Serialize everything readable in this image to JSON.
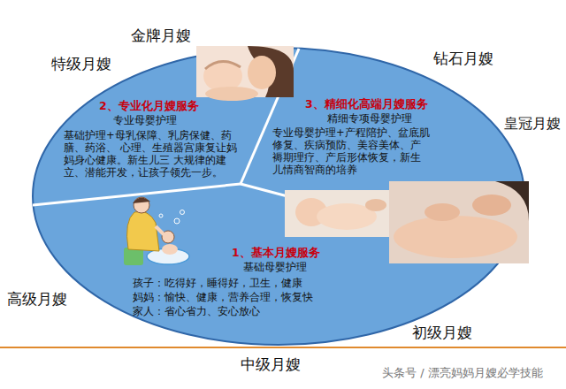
{
  "diagram": {
    "nodes": [
      {
        "text": [
          "2、专业化月嫂服务",
          "专业母婴护理",
          "基础护理+母乳保障、乳房保健、药膳、药浴、 心理、生殖器宫康复让妈妈身心健康。新生儿三 大规律的建立、潜能开发，让孩子领先一步。"
        ]
      },
      {
        "text": [
          "3、精细化高端月嫂服务",
          "精细专项母婴护理",
          "专业母婴护理+产程陪护、盆底肌 修复、疾病预防、美容美体、产 褥期理疗、产后形体恢复，新生 儿情商智商的培养"
        ]
      },
      {
        "text": [
          "1、基本月嫂服务",
          "基础母婴护理",
          "孩子：吃得好，睡得好，卫生，健康",
          "妈妈：愉快、健康，营养合理，恢复快",
          "家人：省心省力、安心放心"
        ]
      }
    ],
    "labels": [
      "金牌月嫂",
      "特级月嫂",
      "钻石月嫂",
      "皇冠月嫂",
      "高级月嫂",
      "初级月嫂",
      "中级月嫂",
      "头条号 / 漂亮妈妈月嫂必学技能"
    ]
  }
}
